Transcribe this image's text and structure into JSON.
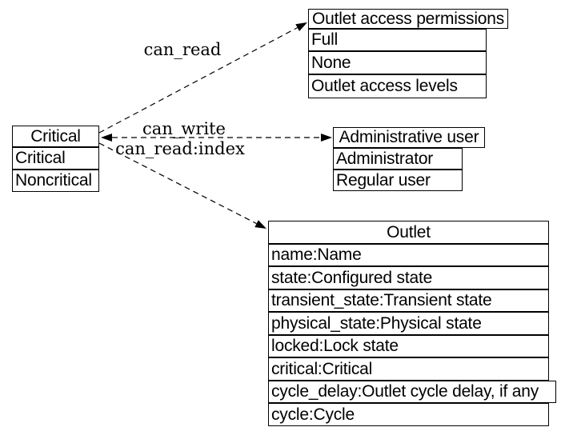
{
  "diagram": {
    "colors": {
      "background": "#ffffff",
      "line": "#000000",
      "text": "#000000"
    },
    "nodes": [
      {
        "id": "critical",
        "title": "Critical",
        "rows": [
          "Critical",
          "Noncritical"
        ]
      },
      {
        "id": "outlet-access-permissions",
        "title": "Outlet access permissions",
        "rows": [
          "Full",
          "None",
          "Outlet access levels"
        ]
      },
      {
        "id": "administrative-user",
        "title": "Administrative user",
        "rows": [
          "Administrator",
          "Regular user"
        ]
      },
      {
        "id": "outlet",
        "title": "Outlet",
        "rows": [
          "name:Name",
          "state:Configured state",
          "transient_state:Transient state",
          "physical_state:Physical state",
          "locked:Lock state",
          "critical:Critical",
          "cycle_delay:Outlet cycle delay, if any",
          "cycle:Cycle"
        ]
      }
    ],
    "edges": [
      {
        "id": "critical-to-outlet-access-permissions",
        "label": "can_read",
        "style": "dashed"
      },
      {
        "id": "critical-to-administrative-user",
        "label": "can_write",
        "style": "dashed"
      },
      {
        "id": "administrative-user-to-critical",
        "label": "can_read:index",
        "style": "dashed"
      },
      {
        "id": "critical-to-outlet",
        "label": "",
        "style": "dashed"
      }
    ]
  }
}
